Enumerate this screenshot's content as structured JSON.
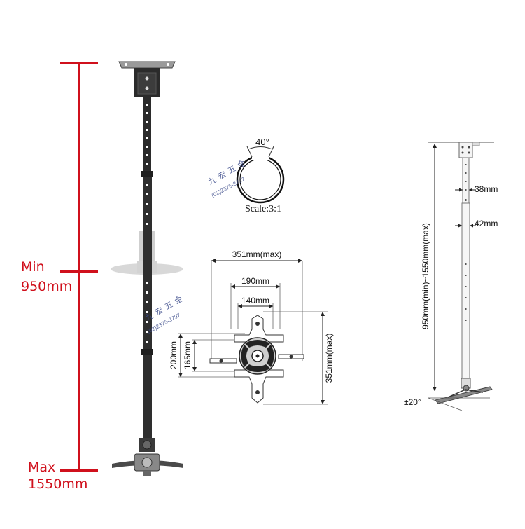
{
  "colors": {
    "accent_red": "#d0101c",
    "pole_dark": "#2b2b2b",
    "line_gray": "#555555",
    "watermark": "#3a4a8a"
  },
  "height_scale": {
    "min_label": "Min",
    "min_value": "950mm",
    "max_label": "Max",
    "max_value": "1550mm"
  },
  "clamp_detail": {
    "angle": "40°",
    "scale": "Scale:3:1"
  },
  "bracket_plan": {
    "width_max": "351mm(max)",
    "width_mid": "190mm",
    "width_min": "140mm",
    "height_outer": "200mm",
    "height_inner": "165mm",
    "height_max": "351mm(max)"
  },
  "side_view": {
    "upper_tube": "38mm",
    "lower_tube": "42mm",
    "length_range": "950mm(min)~1550mm(max)",
    "tilt": "±20°"
  },
  "watermark": {
    "chars": [
      "九",
      "宏",
      "五",
      "金"
    ],
    "phone": "(02)2375-3797"
  }
}
